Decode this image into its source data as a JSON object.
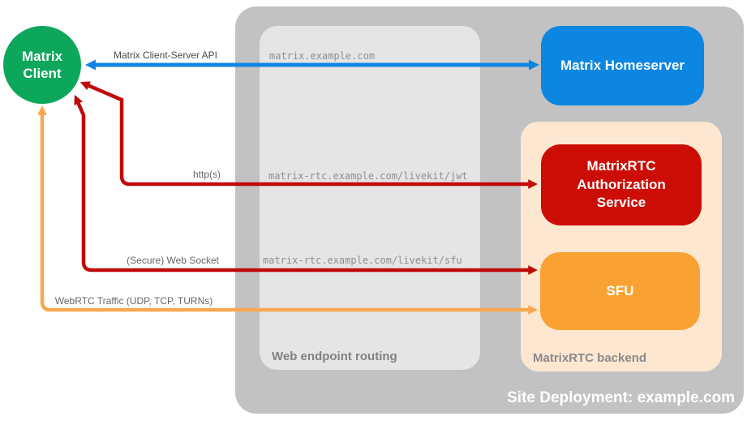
{
  "colors": {
    "green": "#0CA75B",
    "blue": "#0D86E2",
    "red_box": "#CC0D06",
    "red_line": "#C00A0A",
    "orange_box": "#F9A233",
    "orange_line": "#F7A74E",
    "outer_panel": "#C2C2C2",
    "routing_panel": "#E5E5E5",
    "backend_panel": "#FDE7D0"
  },
  "client": {
    "lines": [
      "Matrix",
      "Client"
    ]
  },
  "nodes": {
    "homeserver": {
      "label": "Matrix Homeserver"
    },
    "auth_service": {
      "lines": [
        "MatrixRTC",
        "Authorization",
        "Service"
      ]
    },
    "sfu": {
      "label": "SFU"
    }
  },
  "panels": {
    "routing": {
      "label": "Web endpoint routing"
    },
    "backend": {
      "label": "MatrixRTC backend"
    },
    "site": {
      "label": "Site Deployment: example.com"
    }
  },
  "connections": {
    "cs_api": {
      "label": "Matrix Client-Server API",
      "endpoint": "matrix.example.com"
    },
    "http": {
      "label": "http(s)",
      "endpoint": "matrix-rtc.example.com/livekit/jwt"
    },
    "websocket": {
      "label": "(Secure) Web Socket",
      "endpoint": "matrix-rtc.example.com/livekit/sfu"
    },
    "webrtc": {
      "label": "WebRTC Traffic (UDP, TCP, TURNs)"
    }
  }
}
